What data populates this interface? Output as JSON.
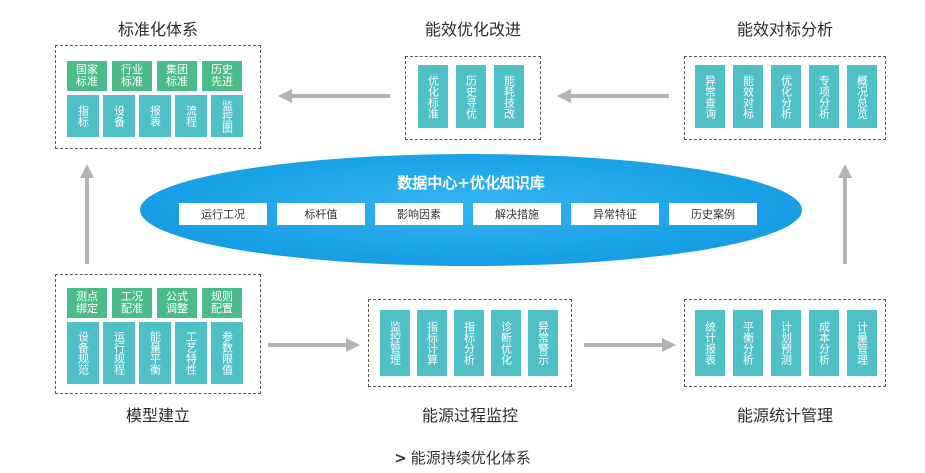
{
  "groups": {
    "standard": {
      "title": "标准化体系",
      "top": [
        {
          "label": "国家\n标准"
        },
        {
          "label": "行业\n标准"
        },
        {
          "label": "集团\n标准"
        },
        {
          "label": "历史\n先进"
        }
      ],
      "bottom": [
        "指标",
        "设备",
        "报表",
        "流程",
        "监控图"
      ]
    },
    "optimize": {
      "title": "能效优化改进",
      "bottom": [
        "优化标准",
        "历史寻优",
        "能耗技改"
      ]
    },
    "benchmark": {
      "title": "能效对标分析",
      "bottom": [
        "异常查询",
        "能效对标",
        "优化分析",
        "专项分析",
        "概况总览"
      ]
    },
    "model": {
      "title": "模型建立",
      "top": [
        {
          "label": "测点\n绑定"
        },
        {
          "label": "工况\n配准"
        },
        {
          "label": "公式\n调整"
        },
        {
          "label": "规则\n配置"
        }
      ],
      "bottom": [
        "设备规范",
        "运行规程",
        "能量平衡",
        "工艺特性",
        "参数限值"
      ]
    },
    "monitor": {
      "title": "能源过程监控",
      "bottom": [
        "监控管理",
        "指标计算",
        "指标分析",
        "诊断优化",
        "异常警示"
      ]
    },
    "stats": {
      "title": "能源统计管理",
      "bottom": [
        "统计报表",
        "平衡分析",
        "计划预测",
        "成本分析",
        "计量管理"
      ]
    }
  },
  "center": {
    "title": "数据中心+优化知识库",
    "pills": [
      "运行工况",
      "标杆值",
      "影响因素",
      "解决措施",
      "异常特征",
      "历史案例"
    ]
  },
  "footer": {
    "chevron": ">",
    "label": "能源持续优化体系"
  },
  "colors": {
    "green": "#4cbb8a",
    "teal": "#4ec0c6",
    "ellipse": "#19a1e6",
    "arrow": "#b3b3b3"
  }
}
